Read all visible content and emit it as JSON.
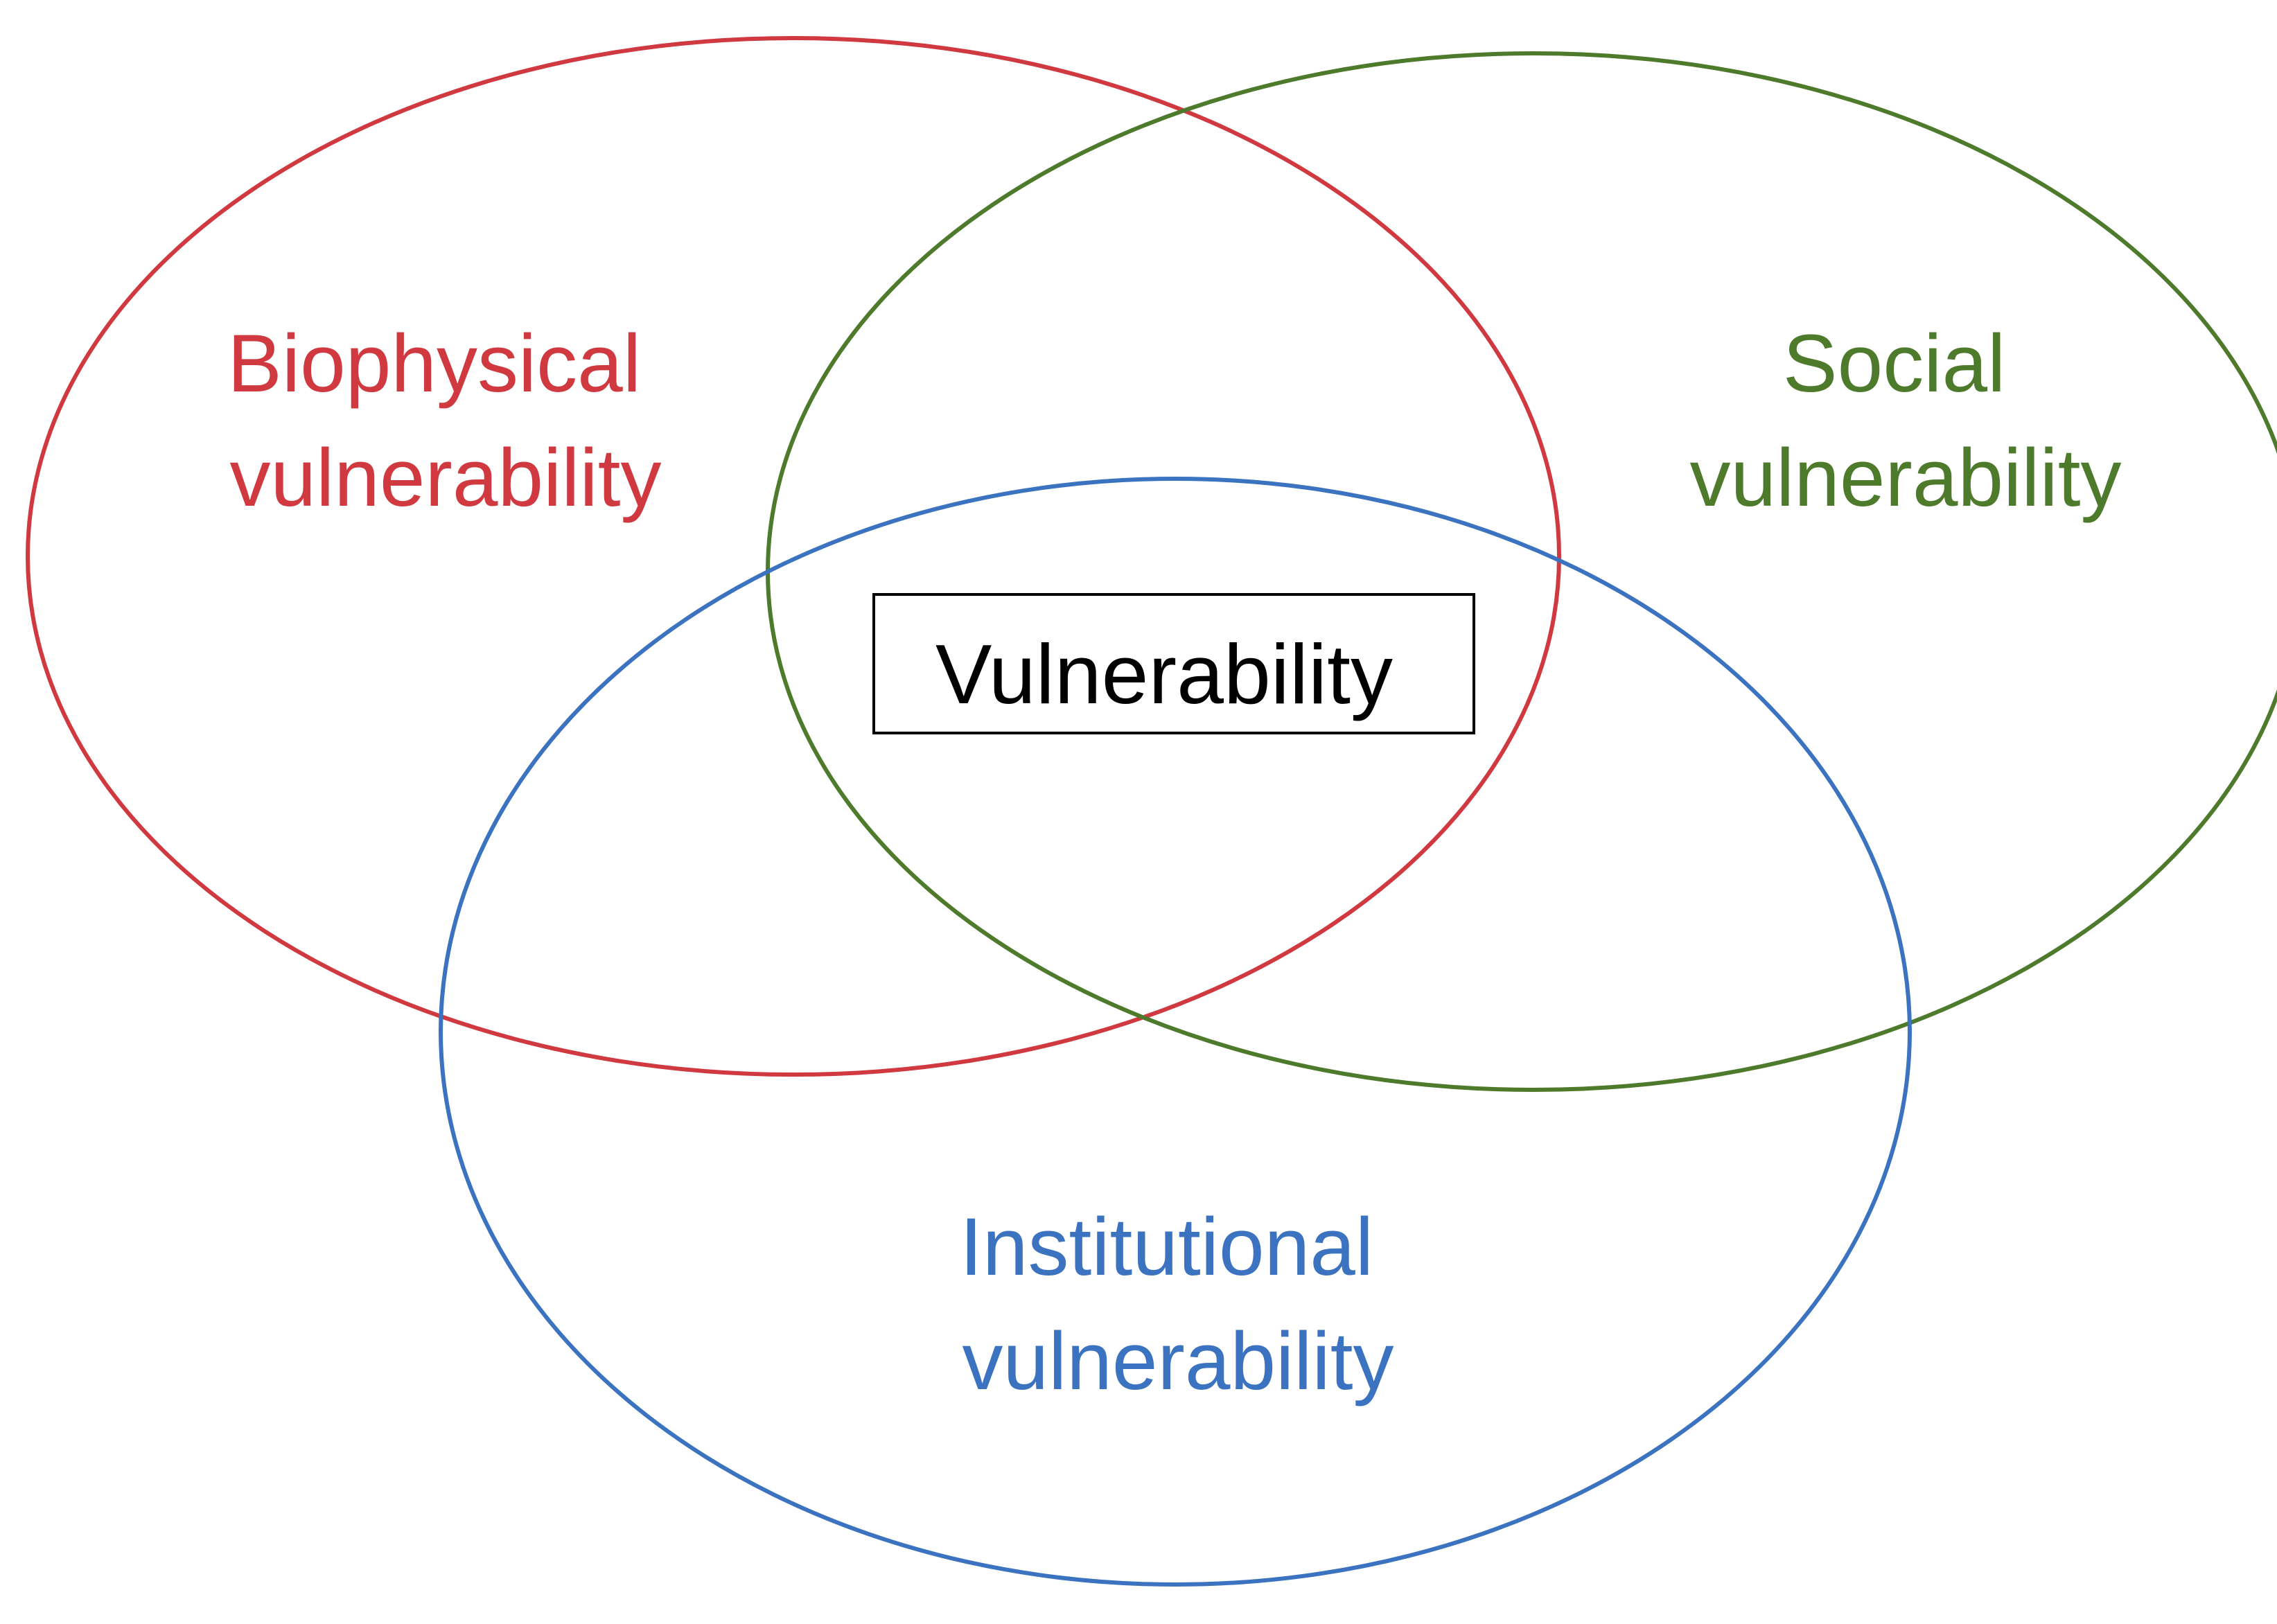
{
  "diagram": {
    "type": "venn",
    "sets": [
      {
        "key": "biophysical",
        "label_line1": "Biophysical",
        "label_line2": "vulnerability",
        "color": "#d0393f"
      },
      {
        "key": "social",
        "label_line1": "Social",
        "label_line2": "vulnerability",
        "color": "#4e7a2b"
      },
      {
        "key": "institutional",
        "label_line1": "Institutional",
        "label_line2": "vulnerability",
        "color": "#3b73c0"
      }
    ],
    "center_label": "Vulnerability"
  }
}
